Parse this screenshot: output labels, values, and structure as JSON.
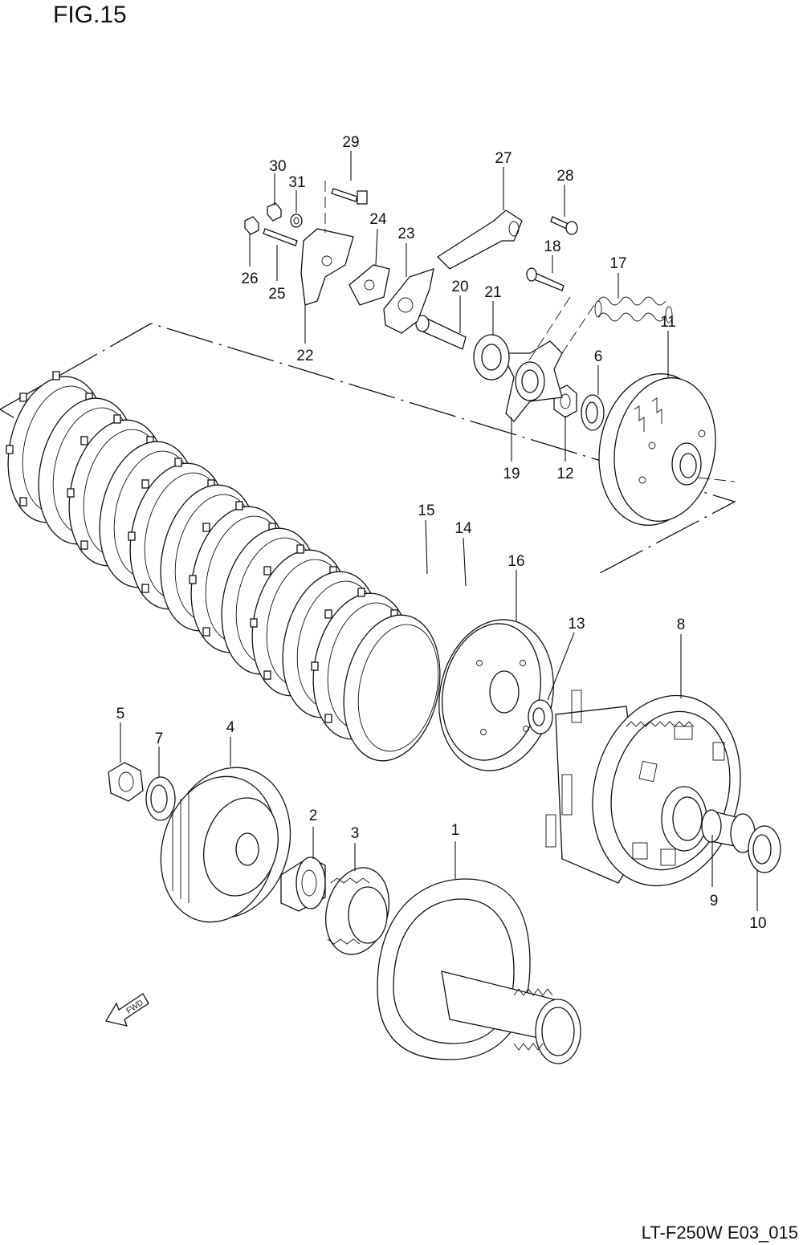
{
  "figure": {
    "title": "FIG.15",
    "code": "LT-F250W E03_015",
    "fwd_label": "FWD"
  },
  "callouts": [
    {
      "id": "1",
      "label": "1"
    },
    {
      "id": "2",
      "label": "2"
    },
    {
      "id": "3",
      "label": "3"
    },
    {
      "id": "4",
      "label": "4"
    },
    {
      "id": "5",
      "label": "5"
    },
    {
      "id": "6",
      "label": "6"
    },
    {
      "id": "7",
      "label": "7"
    },
    {
      "id": "8",
      "label": "8"
    },
    {
      "id": "9",
      "label": "9"
    },
    {
      "id": "10",
      "label": "10"
    },
    {
      "id": "11",
      "label": "11"
    },
    {
      "id": "12",
      "label": "12"
    },
    {
      "id": "13",
      "label": "13"
    },
    {
      "id": "14",
      "label": "14"
    },
    {
      "id": "15",
      "label": "15"
    },
    {
      "id": "16",
      "label": "16"
    },
    {
      "id": "17",
      "label": "17"
    },
    {
      "id": "18",
      "label": "18"
    },
    {
      "id": "19",
      "label": "19"
    },
    {
      "id": "20",
      "label": "20"
    },
    {
      "id": "21",
      "label": "21"
    },
    {
      "id": "22",
      "label": "22"
    },
    {
      "id": "23",
      "label": "23"
    },
    {
      "id": "24",
      "label": "24"
    },
    {
      "id": "25",
      "label": "25"
    },
    {
      "id": "26",
      "label": "26"
    },
    {
      "id": "27",
      "label": "27"
    },
    {
      "id": "28",
      "label": "28"
    },
    {
      "id": "29",
      "label": "29"
    },
    {
      "id": "30",
      "label": "30"
    },
    {
      "id": "31",
      "label": "31"
    }
  ]
}
